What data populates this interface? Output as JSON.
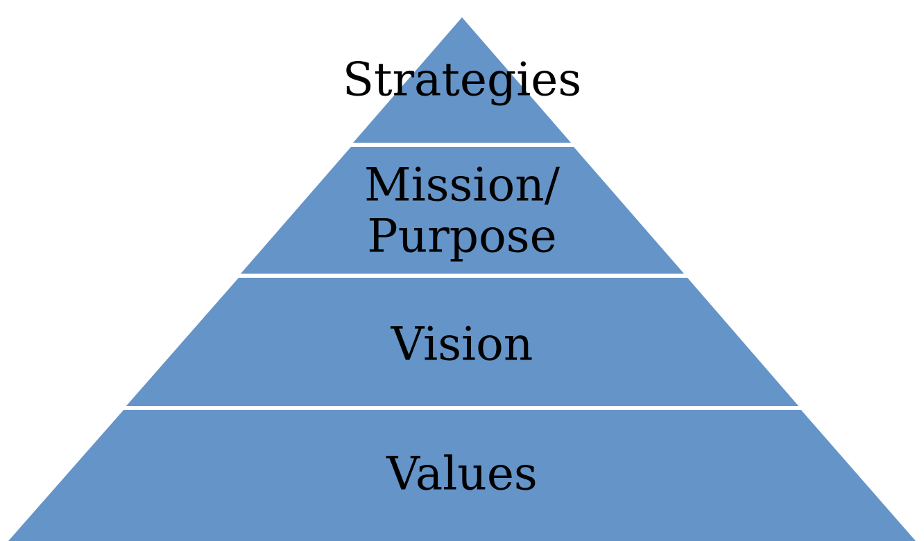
{
  "diagram": {
    "type": "pyramid",
    "fill_color": "#6494C8",
    "separator_color": "#ffffff",
    "tiers": [
      {
        "lines": [
          "Strategies"
        ]
      },
      {
        "lines": [
          "Mission/",
          "Purpose"
        ]
      },
      {
        "lines": [
          "Vision"
        ]
      },
      {
        "lines": [
          "Values"
        ]
      }
    ]
  }
}
